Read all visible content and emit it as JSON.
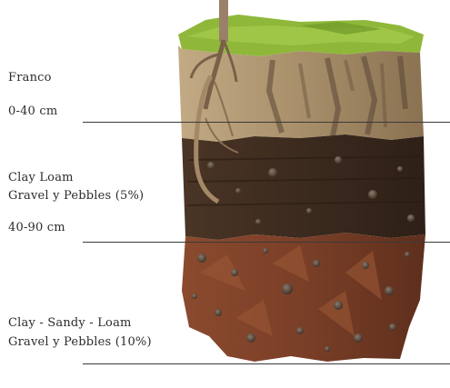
{
  "layers": [
    {
      "name": "Franco",
      "depth": "0-40 cm"
    },
    {
      "name": "Clay Loam",
      "detail": "Gravel y Pebbles (5%)",
      "depth": "40-90 cm"
    },
    {
      "name": "Clay - Sandy - Loam",
      "detail": "Gravel y Pebbles (10%)"
    }
  ],
  "colors": {
    "grass": "#8fb83a",
    "topsoil": "#b39a74",
    "subsoil": "#3d2a1f",
    "deep_soil": "#7a3f27",
    "rule": "#3a3a3a",
    "text": "#2b2b2b"
  }
}
